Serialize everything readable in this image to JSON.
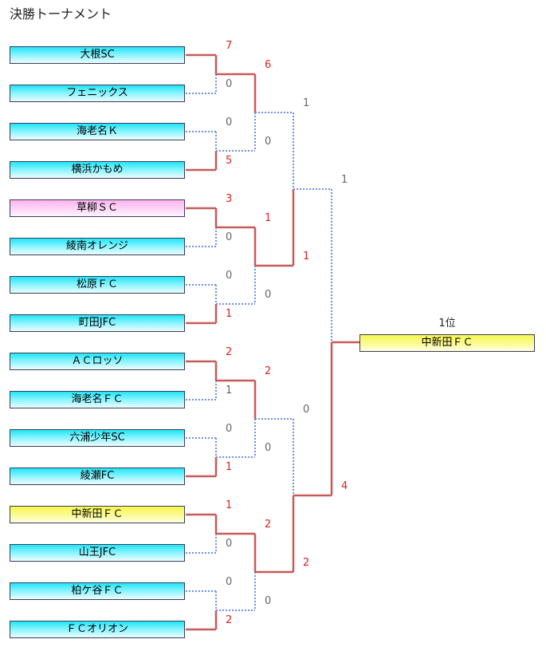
{
  "title": "決勝トーナメント",
  "teams": [
    {
      "name": "大根SC",
      "color": "cyan"
    },
    {
      "name": "フェニックス",
      "color": "cyan"
    },
    {
      "name": "海老名Ｋ",
      "color": "cyan"
    },
    {
      "name": "横浜かもめ",
      "color": "cyan"
    },
    {
      "name": "草柳ＳＣ",
      "color": "pink"
    },
    {
      "name": "綾南オレンジ",
      "color": "cyan"
    },
    {
      "name": "松原ＦＣ",
      "color": "cyan"
    },
    {
      "name": "町田JFC",
      "color": "cyan"
    },
    {
      "name": "ＡＣロッソ",
      "color": "cyan"
    },
    {
      "name": "海老名ＦＣ",
      "color": "cyan"
    },
    {
      "name": "六浦少年SC",
      "color": "cyan"
    },
    {
      "name": "綾瀬FC",
      "color": "cyan"
    },
    {
      "name": "中新田ＦＣ",
      "color": "yellow"
    },
    {
      "name": "山王JFC",
      "color": "cyan"
    },
    {
      "name": "柏ケ谷ＦＣ",
      "color": "cyan"
    },
    {
      "name": "ＦＣオリオン",
      "color": "cyan"
    }
  ],
  "round1": [
    {
      "top": "7",
      "bottom": "0",
      "winner": "top"
    },
    {
      "top": "0",
      "bottom": "5",
      "winner": "bottom"
    },
    {
      "top": "3",
      "bottom": "0",
      "winner": "top"
    },
    {
      "top": "0",
      "bottom": "1",
      "winner": "bottom"
    },
    {
      "top": "2",
      "bottom": "1",
      "winner": "top"
    },
    {
      "top": "0",
      "bottom": "1",
      "winner": "bottom"
    },
    {
      "top": "1",
      "bottom": "0",
      "winner": "top"
    },
    {
      "top": "0",
      "bottom": "2",
      "winner": "bottom"
    }
  ],
  "round2": [
    {
      "top": "6",
      "bottom": "0",
      "winner": "top"
    },
    {
      "top": "1",
      "bottom": "0",
      "winner": "top"
    },
    {
      "top": "2",
      "bottom": "0",
      "winner": "top"
    },
    {
      "top": "2",
      "bottom": "0",
      "winner": "top"
    }
  ],
  "semifinal": [
    {
      "top": "1",
      "bottom": "1",
      "winner": "bottom"
    },
    {
      "top": "0",
      "bottom": "2",
      "winner": "bottom"
    }
  ],
  "final": {
    "top": "1",
    "bottom": "4",
    "winner": "bottom"
  },
  "champion": {
    "rank_label": "1位",
    "name": "中新田ＦＣ"
  },
  "colors": {
    "win_line": "#c85a5a",
    "lose_line": "#6f8fe8",
    "win_text": "#e02020",
    "lose_text": "#666666"
  }
}
